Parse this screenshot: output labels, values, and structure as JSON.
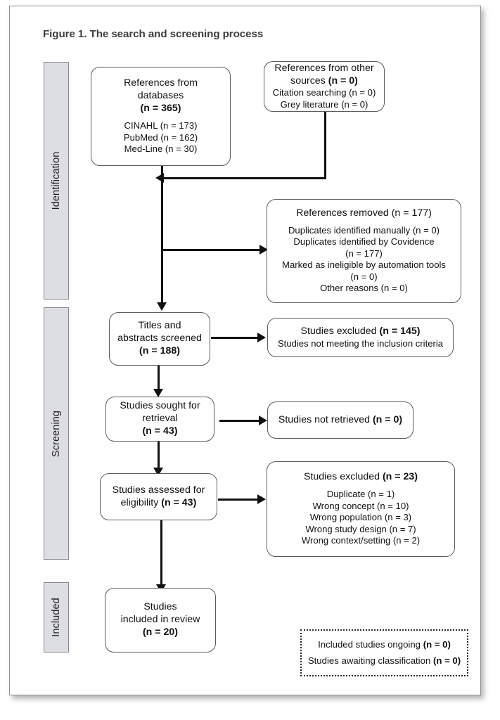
{
  "figure": {
    "title": "Figure 1. The search and screening process"
  },
  "stages": [
    {
      "name": "identification",
      "label": "Identification"
    },
    {
      "name": "screening",
      "label": "Screening"
    },
    {
      "name": "included",
      "label": "Included"
    }
  ],
  "nodes": {
    "db_records": {
      "l1": "References from",
      "l2": "databases",
      "l3": "(n = 365)",
      "l4": "CINAHL (n = 173)",
      "l5": "PubMed (n = 162)",
      "l6": "Med-Line (n = 30)"
    },
    "other_sources": {
      "l1": "References from other",
      "l2a": "sources ",
      "l2b": "(n = 0)",
      "l3": "Citation searching (n = 0)",
      "l4": "Grey literature (n = 0)"
    },
    "removed": {
      "l1": "References removed (n = 177)",
      "l2": "Duplicates identified manually (n = 0)",
      "l3": "Duplicates identified by Covidence",
      "l4": "(n = 177)",
      "l5": "Marked as ineligible by automation tools",
      "l6": "(n = 0)",
      "l7": "Other reasons (n = 0)"
    },
    "screened": {
      "l1": "Titles and",
      "l2": "abstracts screened",
      "l3": "(n = 188)"
    },
    "excluded_screen": {
      "l1a": "Studies excluded ",
      "l1b": "(n = 145)",
      "l2": "Studies not meeting the inclusion criteria"
    },
    "sought": {
      "l1": "Studies sought for",
      "l2": "retrieval",
      "l3": "(n = 43)"
    },
    "not_retrieved": {
      "l1a": "Studies not retrieved ",
      "l1b": "(n = 0)"
    },
    "assessed": {
      "l1": "Studies assessed for",
      "l2a": "eligibility ",
      "l2b": "(n = 43)"
    },
    "excluded_elig": {
      "l1a": "Studies excluded ",
      "l1b": "(n = 23)",
      "l2": "Duplicate (n = 1)",
      "l3": "Wrong concept (n = 10)",
      "l4": "Wrong population (n = 3)",
      "l5": "Wrong study design (n = 7)",
      "l6": "Wrong context/setting (n = 2)"
    },
    "included_review": {
      "l1": "Studies",
      "l2": "included in review",
      "l3": "(n = 20)"
    },
    "ongoing": {
      "l1a": "Included studies ongoing ",
      "l1b": "(n = 0)",
      "l2a": "Studies awaiting classification ",
      "l2b": "(n = 0)"
    }
  },
  "colors": {
    "stage_bar_fill": "#dddde4",
    "stage_bar_border": "#8a8a92",
    "node_border": "#5c5c5c",
    "connector": "#111111",
    "title_text": "#3d3d3d"
  }
}
